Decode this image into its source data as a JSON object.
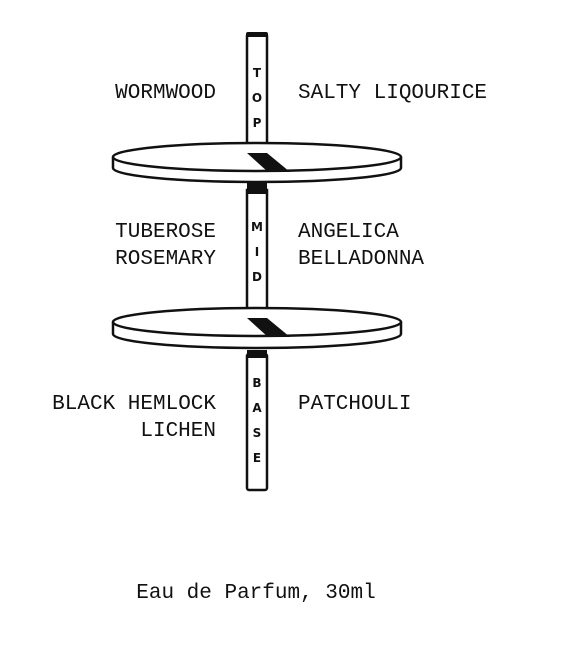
{
  "tiers": [
    {
      "id": "top",
      "letters": [
        "T",
        "O",
        "P"
      ],
      "left": [
        "WORMWOOD"
      ],
      "right": [
        "SALTY LIQOURICE"
      ]
    },
    {
      "id": "mid",
      "letters": [
        "M",
        "I",
        "D"
      ],
      "left": [
        "TUBEROSE",
        "ROSEMARY"
      ],
      "right": [
        "ANGELICA",
        "BELLADONNA"
      ]
    },
    {
      "id": "base",
      "letters": [
        "B",
        "A",
        "S",
        "E"
      ],
      "left": [
        "BLACK HEMLOCK",
        "LICHEN"
      ],
      "right": [
        "PATCHOULI"
      ]
    }
  ],
  "caption": "Eau de Parfum, 30ml"
}
